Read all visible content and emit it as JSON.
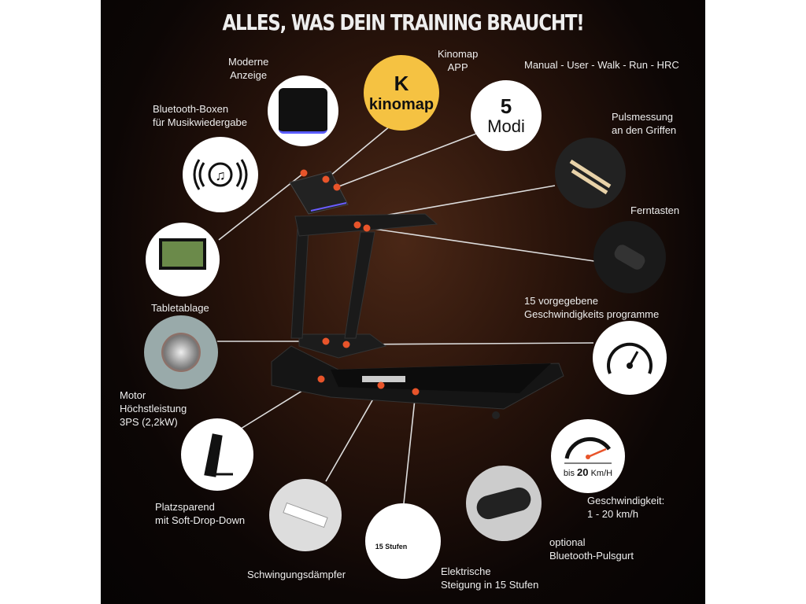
{
  "title": "ALLES, WAS DEIN TRAINING BRAUCHT!",
  "labels": {
    "display": [
      "Moderne",
      "Anzeige"
    ],
    "kinomap": [
      "Kinomap",
      "APP"
    ],
    "modes_list": "Manual - User - Walk - Run - HRC",
    "bluetooth": [
      "Bluetooth-Boxen",
      "für Musikwiedergabe"
    ],
    "pulse": [
      "Pulsmessung",
      "an den Griffen"
    ],
    "remote": "Ferntasten",
    "tablet": "Tabletablage",
    "programs": [
      "15 vorgegebene",
      "Geschwindigkeits programme"
    ],
    "motor": [
      "Motor",
      "Höchstleistung",
      "3PS (2,2kW)"
    ],
    "foldable": [
      "Platzsparend",
      "mit Soft-Drop-Down"
    ],
    "speed": [
      "Geschwindigkeit:",
      "1 - 20 km/h"
    ],
    "belt": [
      "optional",
      "Bluetooth-Pulsgurt"
    ],
    "damper": "Schwingungsdämpfer",
    "incline": [
      "Elektrische",
      "Steigung in 15 Stufen"
    ]
  },
  "badges": {
    "kinomap_logo": "kinomap",
    "modes_number": "5",
    "modes_word": "Modi",
    "speed_prefix": "bis",
    "speed_value": "20",
    "speed_unit": "Km/H",
    "incline_steps": "15 Stufen"
  },
  "colors": {
    "accent": "#e8542a",
    "kinomap": "#f5c242"
  }
}
